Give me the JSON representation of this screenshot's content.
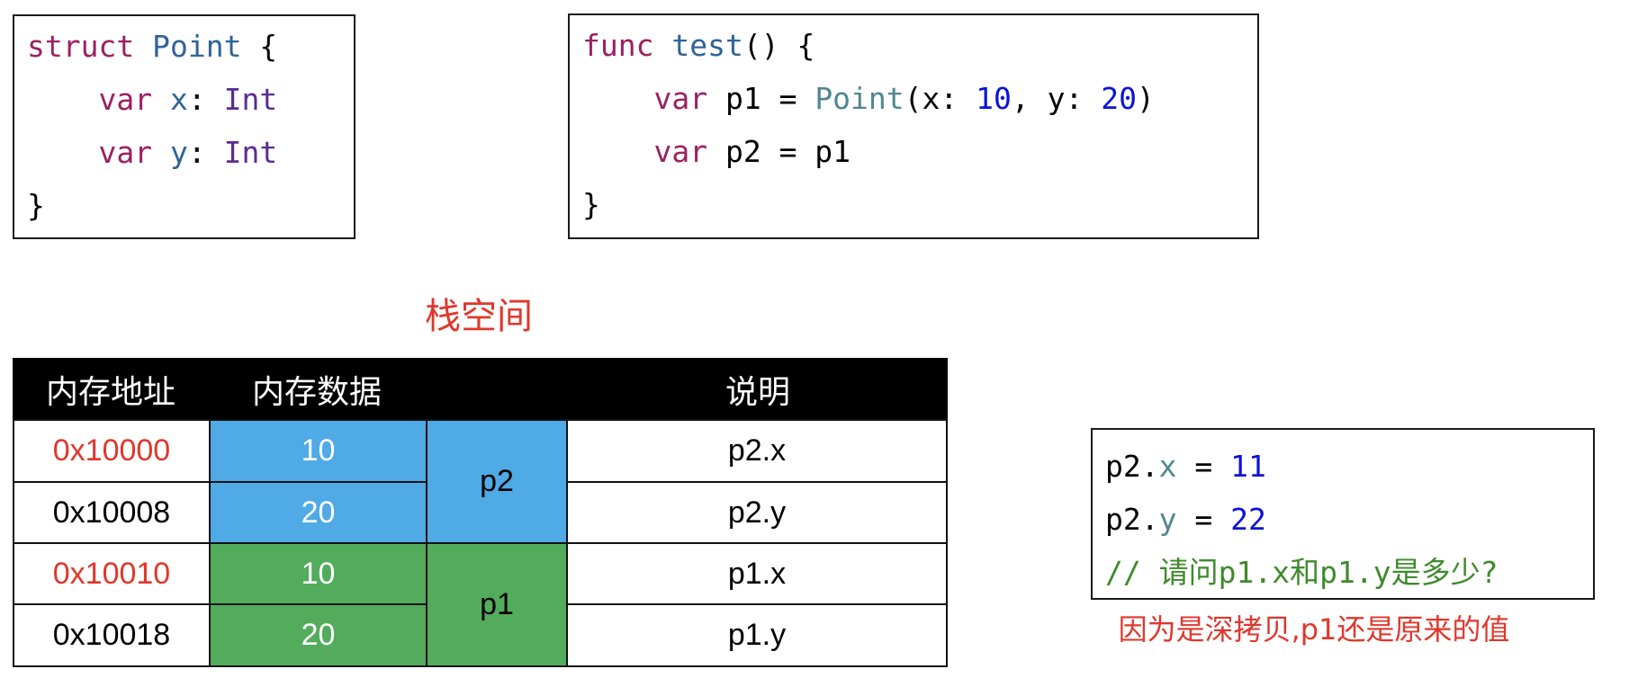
{
  "struct_code": {
    "lines": [
      [
        {
          "t": "struct",
          "c": "kw"
        },
        {
          "t": " ",
          "c": ""
        },
        {
          "t": "Point",
          "c": "tname"
        },
        {
          "t": " {",
          "c": ""
        }
      ],
      [
        {
          "t": "    ",
          "c": ""
        },
        {
          "t": "var",
          "c": "kw"
        },
        {
          "t": " ",
          "c": ""
        },
        {
          "t": "x",
          "c": "ident"
        },
        {
          "t": ": ",
          "c": ""
        },
        {
          "t": "Int",
          "c": "type"
        }
      ],
      [
        {
          "t": "    ",
          "c": ""
        },
        {
          "t": "var",
          "c": "kw"
        },
        {
          "t": " ",
          "c": ""
        },
        {
          "t": "y",
          "c": "ident"
        },
        {
          "t": ": ",
          "c": ""
        },
        {
          "t": "Int",
          "c": "type"
        }
      ],
      [
        {
          "t": "}",
          "c": ""
        }
      ]
    ]
  },
  "func_code": {
    "lines": [
      [
        {
          "t": "func",
          "c": "kw"
        },
        {
          "t": " ",
          "c": ""
        },
        {
          "t": "test",
          "c": "tname"
        },
        {
          "t": "() {",
          "c": ""
        }
      ],
      [
        {
          "t": "    ",
          "c": ""
        },
        {
          "t": "var",
          "c": "kw"
        },
        {
          "t": " p1 = ",
          "c": ""
        },
        {
          "t": "Point",
          "c": "call"
        },
        {
          "t": "(x: ",
          "c": ""
        },
        {
          "t": "10",
          "c": "num"
        },
        {
          "t": ", y: ",
          "c": ""
        },
        {
          "t": "20",
          "c": "num"
        },
        {
          "t": ")",
          "c": ""
        }
      ],
      [
        {
          "t": "    ",
          "c": ""
        },
        {
          "t": "var",
          "c": "kw"
        },
        {
          "t": " p2 = p1",
          "c": ""
        }
      ],
      [
        {
          "t": "}",
          "c": ""
        }
      ]
    ]
  },
  "assign_code": {
    "lines": [
      [
        {
          "t": "p2.",
          "c": ""
        },
        {
          "t": "x",
          "c": "prop"
        },
        {
          "t": " = ",
          "c": ""
        },
        {
          "t": "11",
          "c": "num"
        }
      ],
      [
        {
          "t": "p2.",
          "c": ""
        },
        {
          "t": "y",
          "c": "prop"
        },
        {
          "t": " = ",
          "c": ""
        },
        {
          "t": "22",
          "c": "num"
        }
      ],
      [
        {
          "t": "// ",
          "c": "cmt"
        },
        {
          "t": "请问",
          "c": "cmt cjk"
        },
        {
          "t": "p1.x",
          "c": "cmt b"
        },
        {
          "t": "和",
          "c": "cmt cjk"
        },
        {
          "t": "p1.y",
          "c": "cmt b"
        },
        {
          "t": "是多少?",
          "c": "cmt cjk"
        }
      ]
    ]
  },
  "stack_title": "栈空间",
  "table": {
    "headers": {
      "address": "内存地址",
      "data": "内存数据",
      "description": "说明"
    },
    "rows": [
      {
        "address": "0x10000",
        "address_highlight": true,
        "value": "10",
        "description": "p2.x"
      },
      {
        "address": "0x10008",
        "address_highlight": false,
        "value": "20",
        "description": "p2.y"
      },
      {
        "address": "0x10010",
        "address_highlight": true,
        "value": "10",
        "description": "p1.x"
      },
      {
        "address": "0x10018",
        "address_highlight": false,
        "value": "20",
        "description": "p1.y"
      }
    ],
    "groups": [
      {
        "name": "p2",
        "color": "#4faae6"
      },
      {
        "name": "p1",
        "color": "#52ac5c"
      }
    ]
  },
  "note": "因为是深拷贝,p1还是原来的值",
  "colors": {
    "accent_red": "#e0372c",
    "p2_blue": "#4faae6",
    "p1_green": "#52ac5c",
    "keyword": "#9b2160",
    "type_name": "#2f6398",
    "number": "#0a12d6",
    "comment": "#3f8a2d"
  }
}
